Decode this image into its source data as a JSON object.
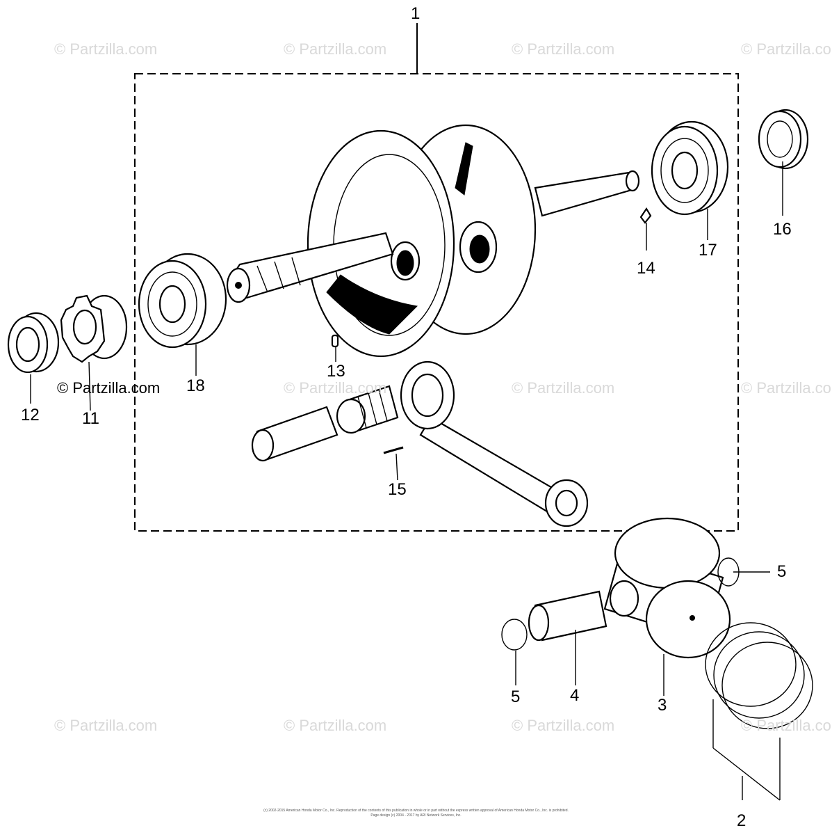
{
  "watermark": "© Partzilla.com",
  "callouts": {
    "c1": "1",
    "c2": "2",
    "c3": "3",
    "c4": "4",
    "c5a": "5",
    "c5b": "5",
    "c11": "11",
    "c12": "12",
    "c13": "13",
    "c14": "14",
    "c15": "15",
    "c16": "16",
    "c17": "17",
    "c18": "18"
  },
  "footer": {
    "line1": "(c) 2002-2015 American Honda Motor Co., Inc. Reproduction of the contents of this publication in whole or in part without the express written approval of American Honda Motor Co., Inc. is prohibited.",
    "line2": "Page design (c) 2004 - 2017 by ARI Network Services, Inc."
  }
}
